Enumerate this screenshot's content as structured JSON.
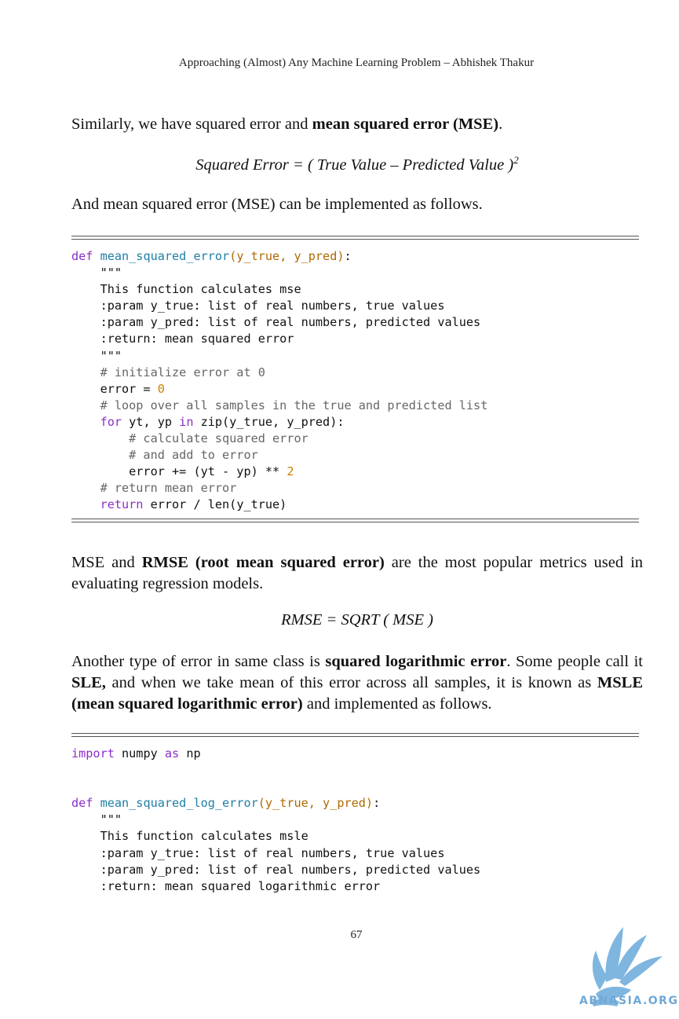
{
  "header": "Approaching (Almost) Any Machine Learning Problem – Abhishek Thakur",
  "p1": {
    "pre": "Similarly, we have squared error and ",
    "bold": "mean squared error (MSE)",
    "post": "."
  },
  "formula1": {
    "text": "Squared Error = ( True Value – Predicted Value )",
    "sup": "2"
  },
  "p2": "And mean squared error (MSE) can be implemented as follows.",
  "code1": {
    "def_kw": "def",
    "fn_name": "mean_squared_error",
    "params": "(y_true, y_pred)",
    "colon": ":",
    "l_doc_open": "    \"\"\"",
    "l_doc1": "    This function calculates mse",
    "l_doc2": "    :param y_true: list of real numbers, true values",
    "l_doc3": "    :param y_pred: list of real numbers, predicted values",
    "l_doc4": "    :return: mean squared error",
    "l_doc_close": "    \"\"\"",
    "c1": "    # initialize error at 0",
    "l_err_pre": "    error = ",
    "l_err_num": "0",
    "c2": "    # loop over all samples in the true and predicted list",
    "for_kw": "for",
    "for_mid": " yt, yp ",
    "in_kw": "in",
    "for_rest": " zip(y_true, y_pred):",
    "c3": "        # calculate squared error",
    "c4": "        # and add to error",
    "l_add_pre": "        error += (yt - yp) ** ",
    "l_add_num": "2",
    "c5": "    # return mean error",
    "ret_kw": "return",
    "ret_rest": " error / len(y_true)"
  },
  "p3": {
    "pre": "MSE and ",
    "bold": "RMSE (root mean squared error)",
    "post": " are the most popular metrics used in evaluating regression models."
  },
  "formula2": "RMSE = SQRT ( MSE )",
  "p4": {
    "t1": "Another type of error in same class is ",
    "b1": "squared logarithmic error",
    "t2": ". Some people call it ",
    "b2": "SLE,",
    "t3": " and when we take mean of this error across all samples, it is known as ",
    "b3": "MSLE (mean squared logarithmic error)",
    "t4": " and implemented as follows."
  },
  "code2": {
    "import_kw": "import",
    "import_mid": " numpy ",
    "as_kw": "as",
    "import_rest": " np",
    "def_kw": "def",
    "fn_name": "mean_squared_log_error",
    "params": "(y_true, y_pred)",
    "colon": ":",
    "l_doc_open": "    \"\"\"",
    "l_doc1": "    This function calculates msle",
    "l_doc2": "    :param y_true: list of real numbers, true values",
    "l_doc3": "    :param y_pred: list of real numbers, predicted values",
    "l_doc4": "    :return: mean squared logarithmic error"
  },
  "page_number": "67",
  "watermark": "ABNASIA.ORG"
}
